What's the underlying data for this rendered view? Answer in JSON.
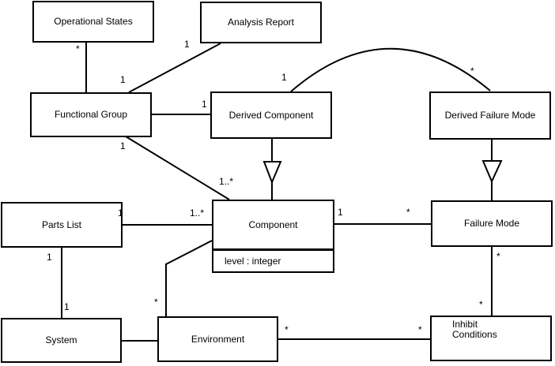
{
  "diagram": {
    "type": "uml-class-diagram",
    "colors": {
      "line": "#000000",
      "background": "#ffffff",
      "text": "#000000"
    },
    "classes": {
      "operational_states": {
        "name": "Operational States"
      },
      "analysis_report": {
        "name": "Analysis Report"
      },
      "functional_group": {
        "name": "Functional Group"
      },
      "derived_component": {
        "name": "Derived Component"
      },
      "derived_failure_mode": {
        "name": "Derived Failure Mode"
      },
      "parts_list": {
        "name": "Parts List"
      },
      "component": {
        "name": "Component",
        "attribute": "level : integer"
      },
      "failure_mode": {
        "name": "Failure Mode"
      },
      "system": {
        "name": "System"
      },
      "environment": {
        "name": "Environment"
      },
      "inhibit_conditions": {
        "name_line1": "Inhibit",
        "name_line2": "Conditions"
      }
    },
    "multiplicities": {
      "opstates_end": "*",
      "fg_report_near_report": "1",
      "fg_report_near_fg": "1",
      "arc_near_derived_component": "1",
      "arc_near_derived_failure_mode": "*",
      "fg_dc_near_dc": "1",
      "fg_component_near_fg": "1",
      "fg_component_near_component": "1..*",
      "partslist_component_near_component": "1..*",
      "partslist_component_near_partslist": "1",
      "partslist_system_near_partslist": "1",
      "partslist_system_near_system": "1",
      "component_environment_near_environment": "*",
      "component_failuremode_near_component": "1",
      "component_failuremode_near_failuremode": "*",
      "failuremode_inhibit_near_failuremode": "*",
      "failuremode_inhibit_near_inhibit": "*",
      "environment_inhibit_near_environment": "*",
      "environment_inhibit_near_inhibit": "*"
    }
  }
}
